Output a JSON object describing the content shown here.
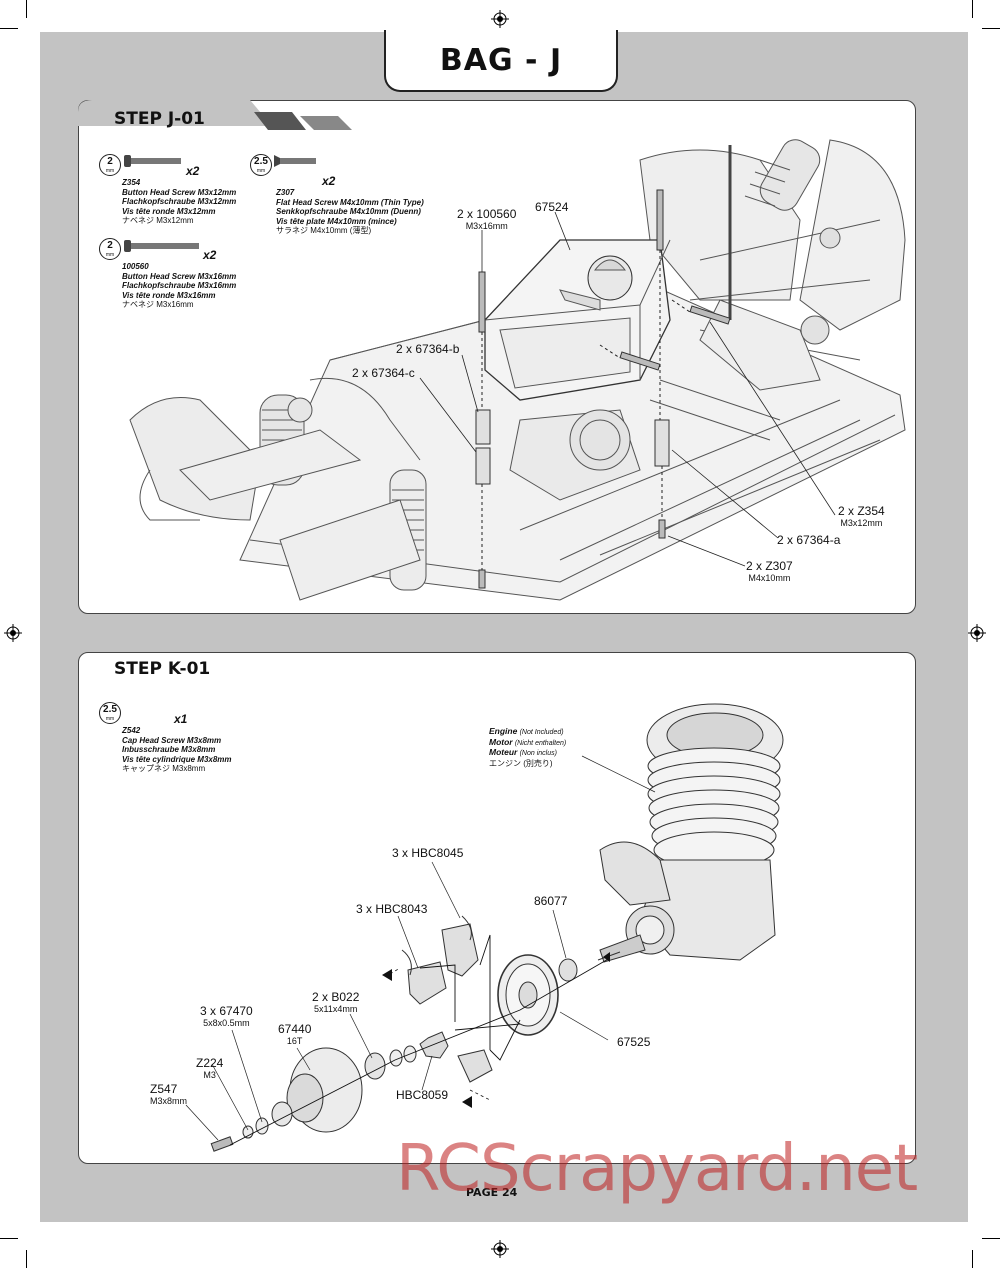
{
  "header": {
    "bag_title": "BAG - J",
    "page_label": "PAGE 24"
  },
  "step_j": {
    "title": "STEP J-01",
    "hardware": [
      {
        "tool": "2",
        "tool_unit": "mm",
        "qty": "x2",
        "code": "Z354",
        "en": "Button Head Screw M3x12mm",
        "de": "Flachkopfschraube M3x12mm",
        "fr": "Vis tête ronde M3x12mm",
        "jp": "ナベネジ M3x12mm"
      },
      {
        "tool": "2",
        "tool_unit": "mm",
        "qty": "x2",
        "code": "100560",
        "en": "Button Head Screw M3x16mm",
        "de": "Flachkopfschraube M3x16mm",
        "fr": "Vis tête ronde M3x16mm",
        "jp": "ナベネジ M3x16mm"
      },
      {
        "tool": "2.5",
        "tool_unit": "mm",
        "qty": "x2",
        "code": "Z307",
        "en": "Flat Head Screw M4x10mm (Thin Type)",
        "de": "Senkkopfschraube M4x10mm (Duenn)",
        "fr": "Vis tête plate M4x10mm (mince)",
        "jp": "サラネジ M4x10mm (薄型)"
      }
    ],
    "callouts": {
      "c1": {
        "label": "2 x 100560",
        "sub": "M3x16mm"
      },
      "c2": {
        "label": "67524"
      },
      "c3": {
        "label": "2 x 67364-b"
      },
      "c4": {
        "label": "2 x 67364-c"
      },
      "c5": {
        "label": "2 x Z354",
        "sub": "M3x12mm"
      },
      "c6": {
        "label": "2 x 67364-a"
      },
      "c7": {
        "label": "2 x Z307",
        "sub": "M4x10mm"
      }
    }
  },
  "step_k": {
    "title": "STEP K-01",
    "hardware": [
      {
        "tool": "2.5",
        "tool_unit": "mm",
        "qty": "x1",
        "code": "Z542",
        "en": "Cap Head Screw M3x8mm",
        "de": "Inbusschraube M3x8mm",
        "fr": "Vis tête cylindrique M3x8mm",
        "jp": "キャップネジ M3x8mm"
      }
    ],
    "engine": {
      "en": "Engine",
      "en_note": "(Not Included)",
      "de": "Motor",
      "de_note": "(Nicht enthalten)",
      "fr": "Moteur",
      "fr_note": "(Non inclus)",
      "jp": "エンジン (別売り)"
    },
    "callouts": {
      "k1": {
        "label": "3 x HBC8045"
      },
      "k2": {
        "label": "3 x HBC8043"
      },
      "k3": {
        "label": "86077"
      },
      "k4": {
        "label": "2 x B022",
        "sub": "5x11x4mm"
      },
      "k5": {
        "label": "3 x 67470",
        "sub": "5x8x0.5mm"
      },
      "k6": {
        "label": "67440",
        "sub": "16T"
      },
      "k7": {
        "label": "Z224",
        "sub": "M3"
      },
      "k8": {
        "label": "Z547",
        "sub": "M3x8mm"
      },
      "k9": {
        "label": "67525"
      },
      "k10": {
        "label": "HBC8059"
      }
    }
  },
  "watermark": "RCScrapyard.net"
}
